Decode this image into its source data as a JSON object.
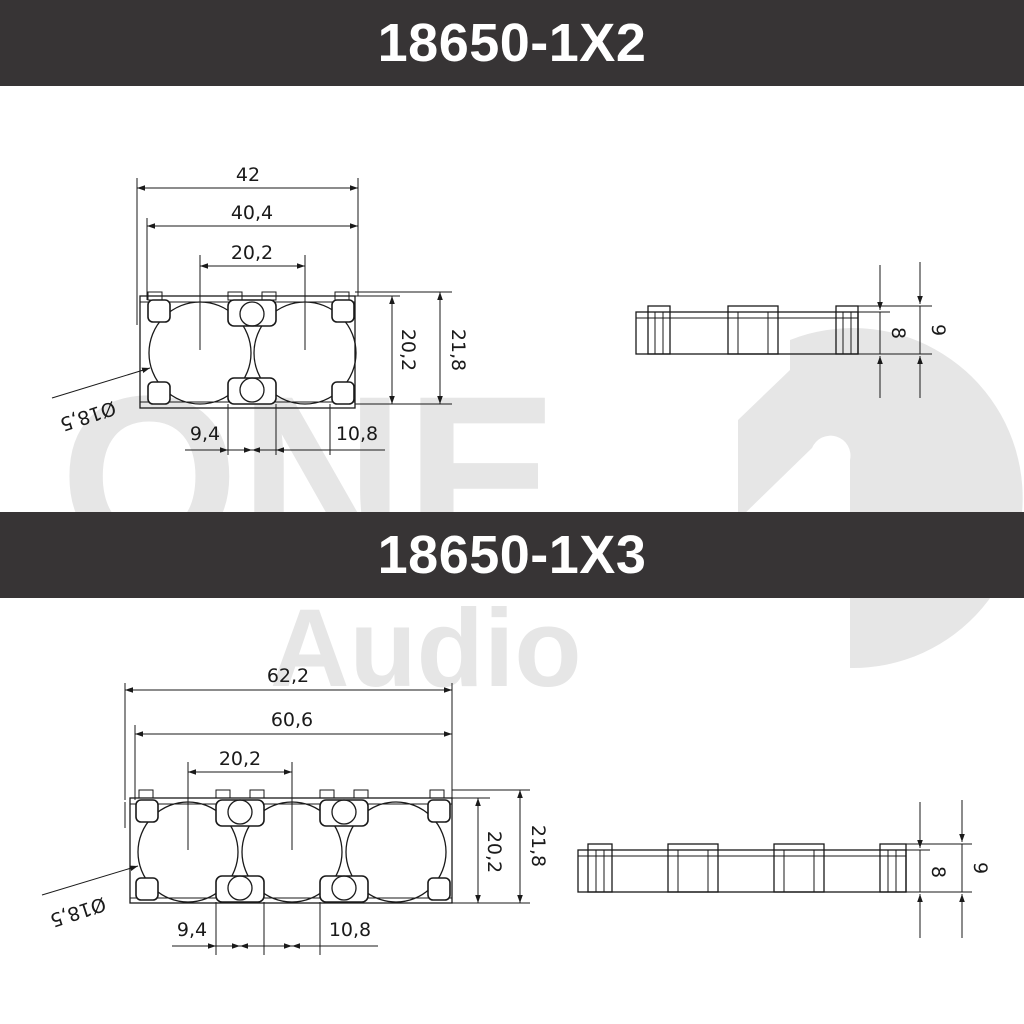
{
  "titles": {
    "top": "18650-1X2",
    "bottom": "18650-1X3"
  },
  "watermark": {
    "word": "ONE",
    "sub": "Audio",
    "color": "#e6e6e6"
  },
  "holder_1x2": {
    "total_length": "42",
    "inner_length": "40,4",
    "pitch": "20,2",
    "inner_height": "20,2",
    "total_height": "21,8",
    "diameter": "Ø18,5",
    "gap_left": "9,4",
    "gap_right": "10,8",
    "side_inner": "8",
    "side_outer": "9"
  },
  "holder_1x3": {
    "total_length": "62,2",
    "inner_length": "60,6",
    "pitch": "20,2",
    "inner_height": "20,2",
    "total_height": "21,8",
    "diameter": "Ø18,5",
    "gap_left": "9,4",
    "gap_right": "10,8",
    "side_inner": "8",
    "side_outer": "9"
  },
  "colors": {
    "banner": "#373435",
    "line": "#1a1a1a"
  }
}
